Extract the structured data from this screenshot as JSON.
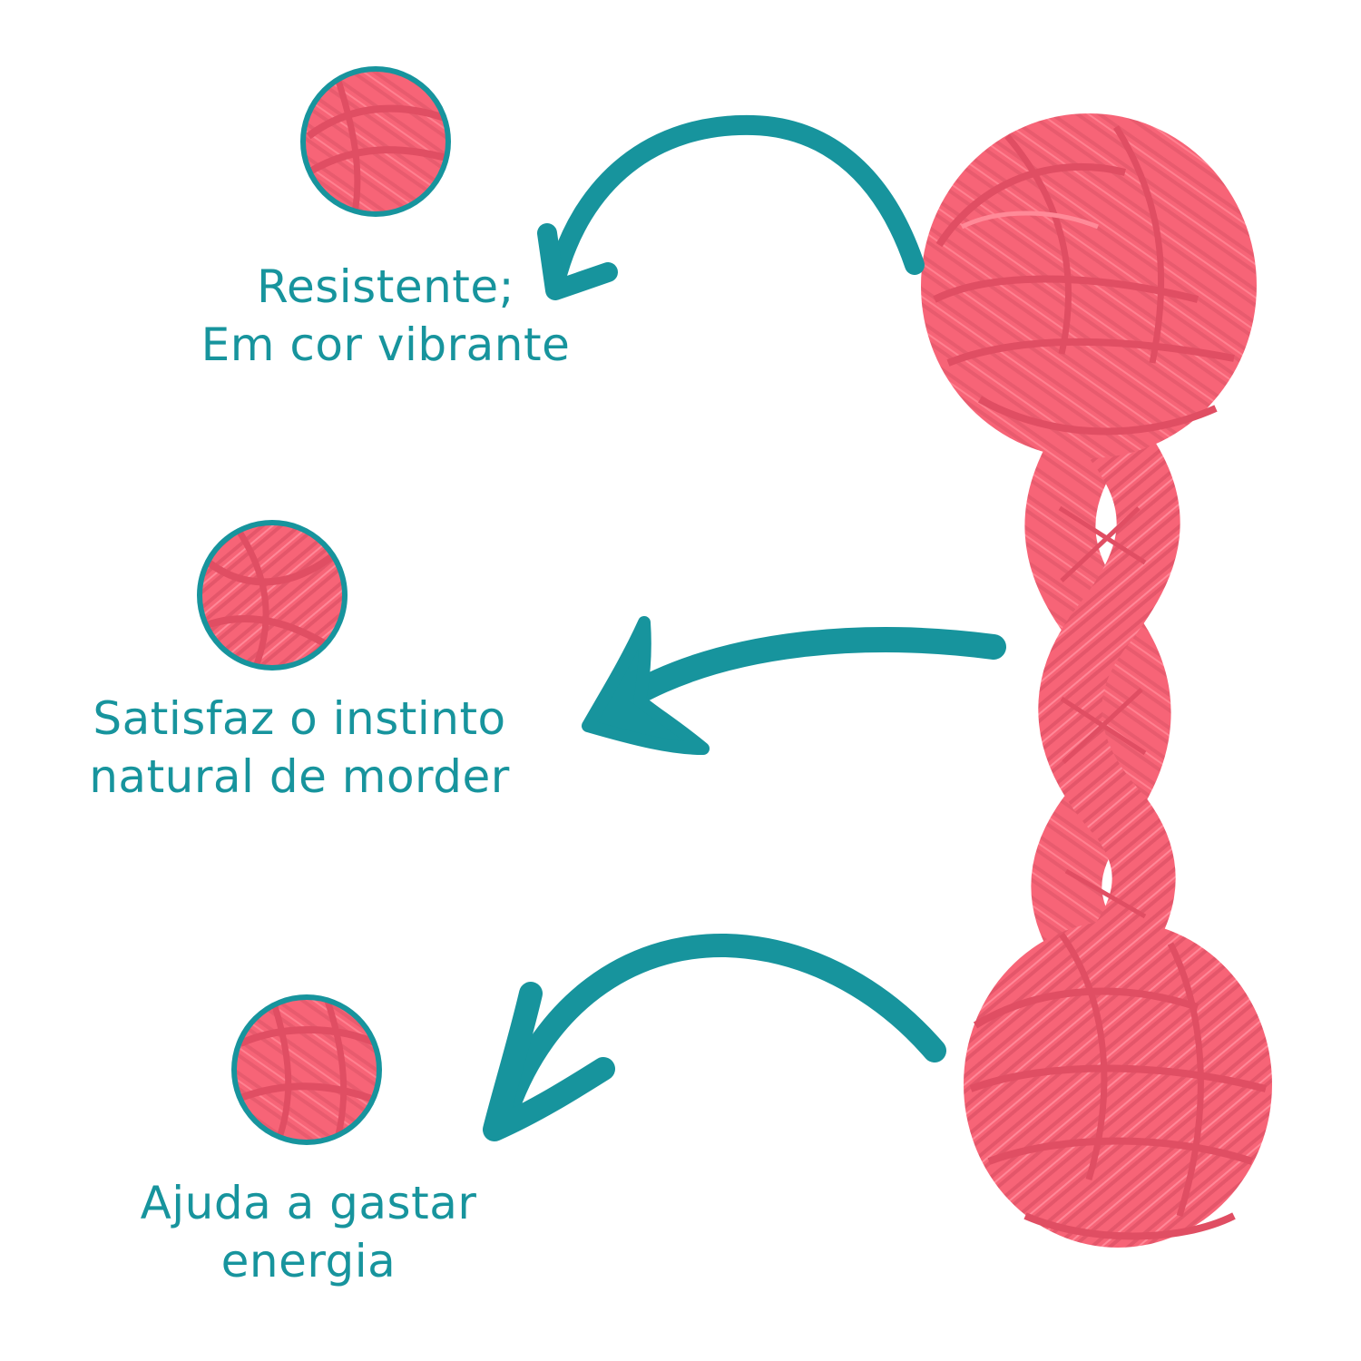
{
  "colors": {
    "accent": "#17949d",
    "rope": "#f76477",
    "rope_dark": "#e04e63",
    "rope_light": "#ff8a98",
    "background": "#ffffff"
  },
  "features": [
    {
      "icon": "rope-closeup-icon",
      "lines": [
        "Resistente;",
        "Em cor vibrante"
      ]
    },
    {
      "icon": "rope-braid-closeup-icon",
      "lines": [
        "Satisfaz o instinto",
        "natural de morder"
      ]
    },
    {
      "icon": "rope-knot-closeup-icon",
      "lines": [
        "Ajuda a gastar",
        "energia"
      ]
    }
  ]
}
